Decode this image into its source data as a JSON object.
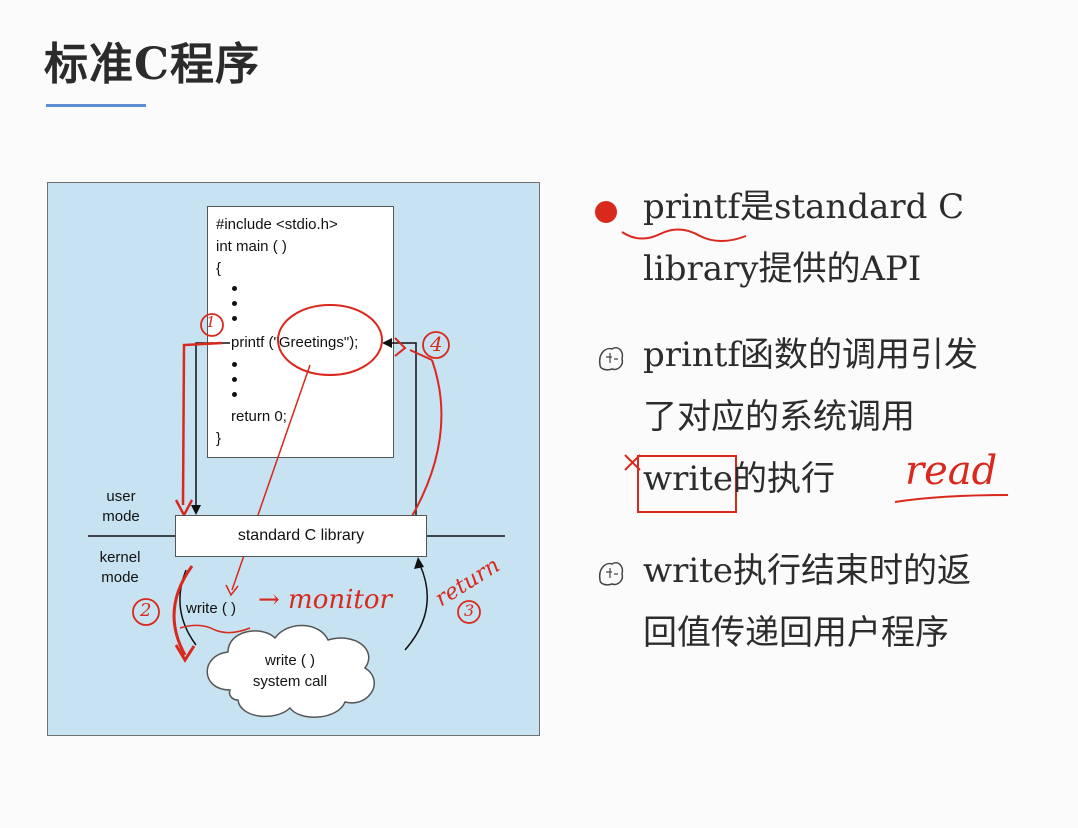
{
  "page": {
    "title": "标准C程序"
  },
  "diagram": {
    "code_lines": [
      "#include <stdio.h>",
      "int main ( )",
      "{",
      "printf (\"Greetings\");",
      "return 0;",
      "}"
    ],
    "library_label": "standard C library",
    "user_mode_label": [
      "user",
      "mode"
    ],
    "kernel_mode_label": [
      "kernel",
      "mode"
    ],
    "write_call_label": "write ( )",
    "system_call_label": [
      "write ( )",
      "system call"
    ],
    "annotations": {
      "monitor": "→ monitor",
      "return": "return",
      "step1": "1",
      "step2": "2",
      "step3": "3",
      "step4": "4"
    }
  },
  "bullets": [
    {
      "lines": [
        "printf是standard C",
        "library提供的API"
      ],
      "icon": "red-dot-icon"
    },
    {
      "lines": [
        "printf函数的调用引发",
        "了对应的系统调用",
        "write的执行"
      ],
      "icon": "brain-icon"
    },
    {
      "lines": [
        "write执行结束时的返",
        "回值传递回用户程序"
      ],
      "icon": "brain-icon"
    }
  ],
  "handwriting": {
    "read": "read"
  },
  "colors": {
    "accent_line": "#5b8fd1",
    "panel_bg": "#c7e3f2",
    "ink_red": "#d9281c"
  }
}
